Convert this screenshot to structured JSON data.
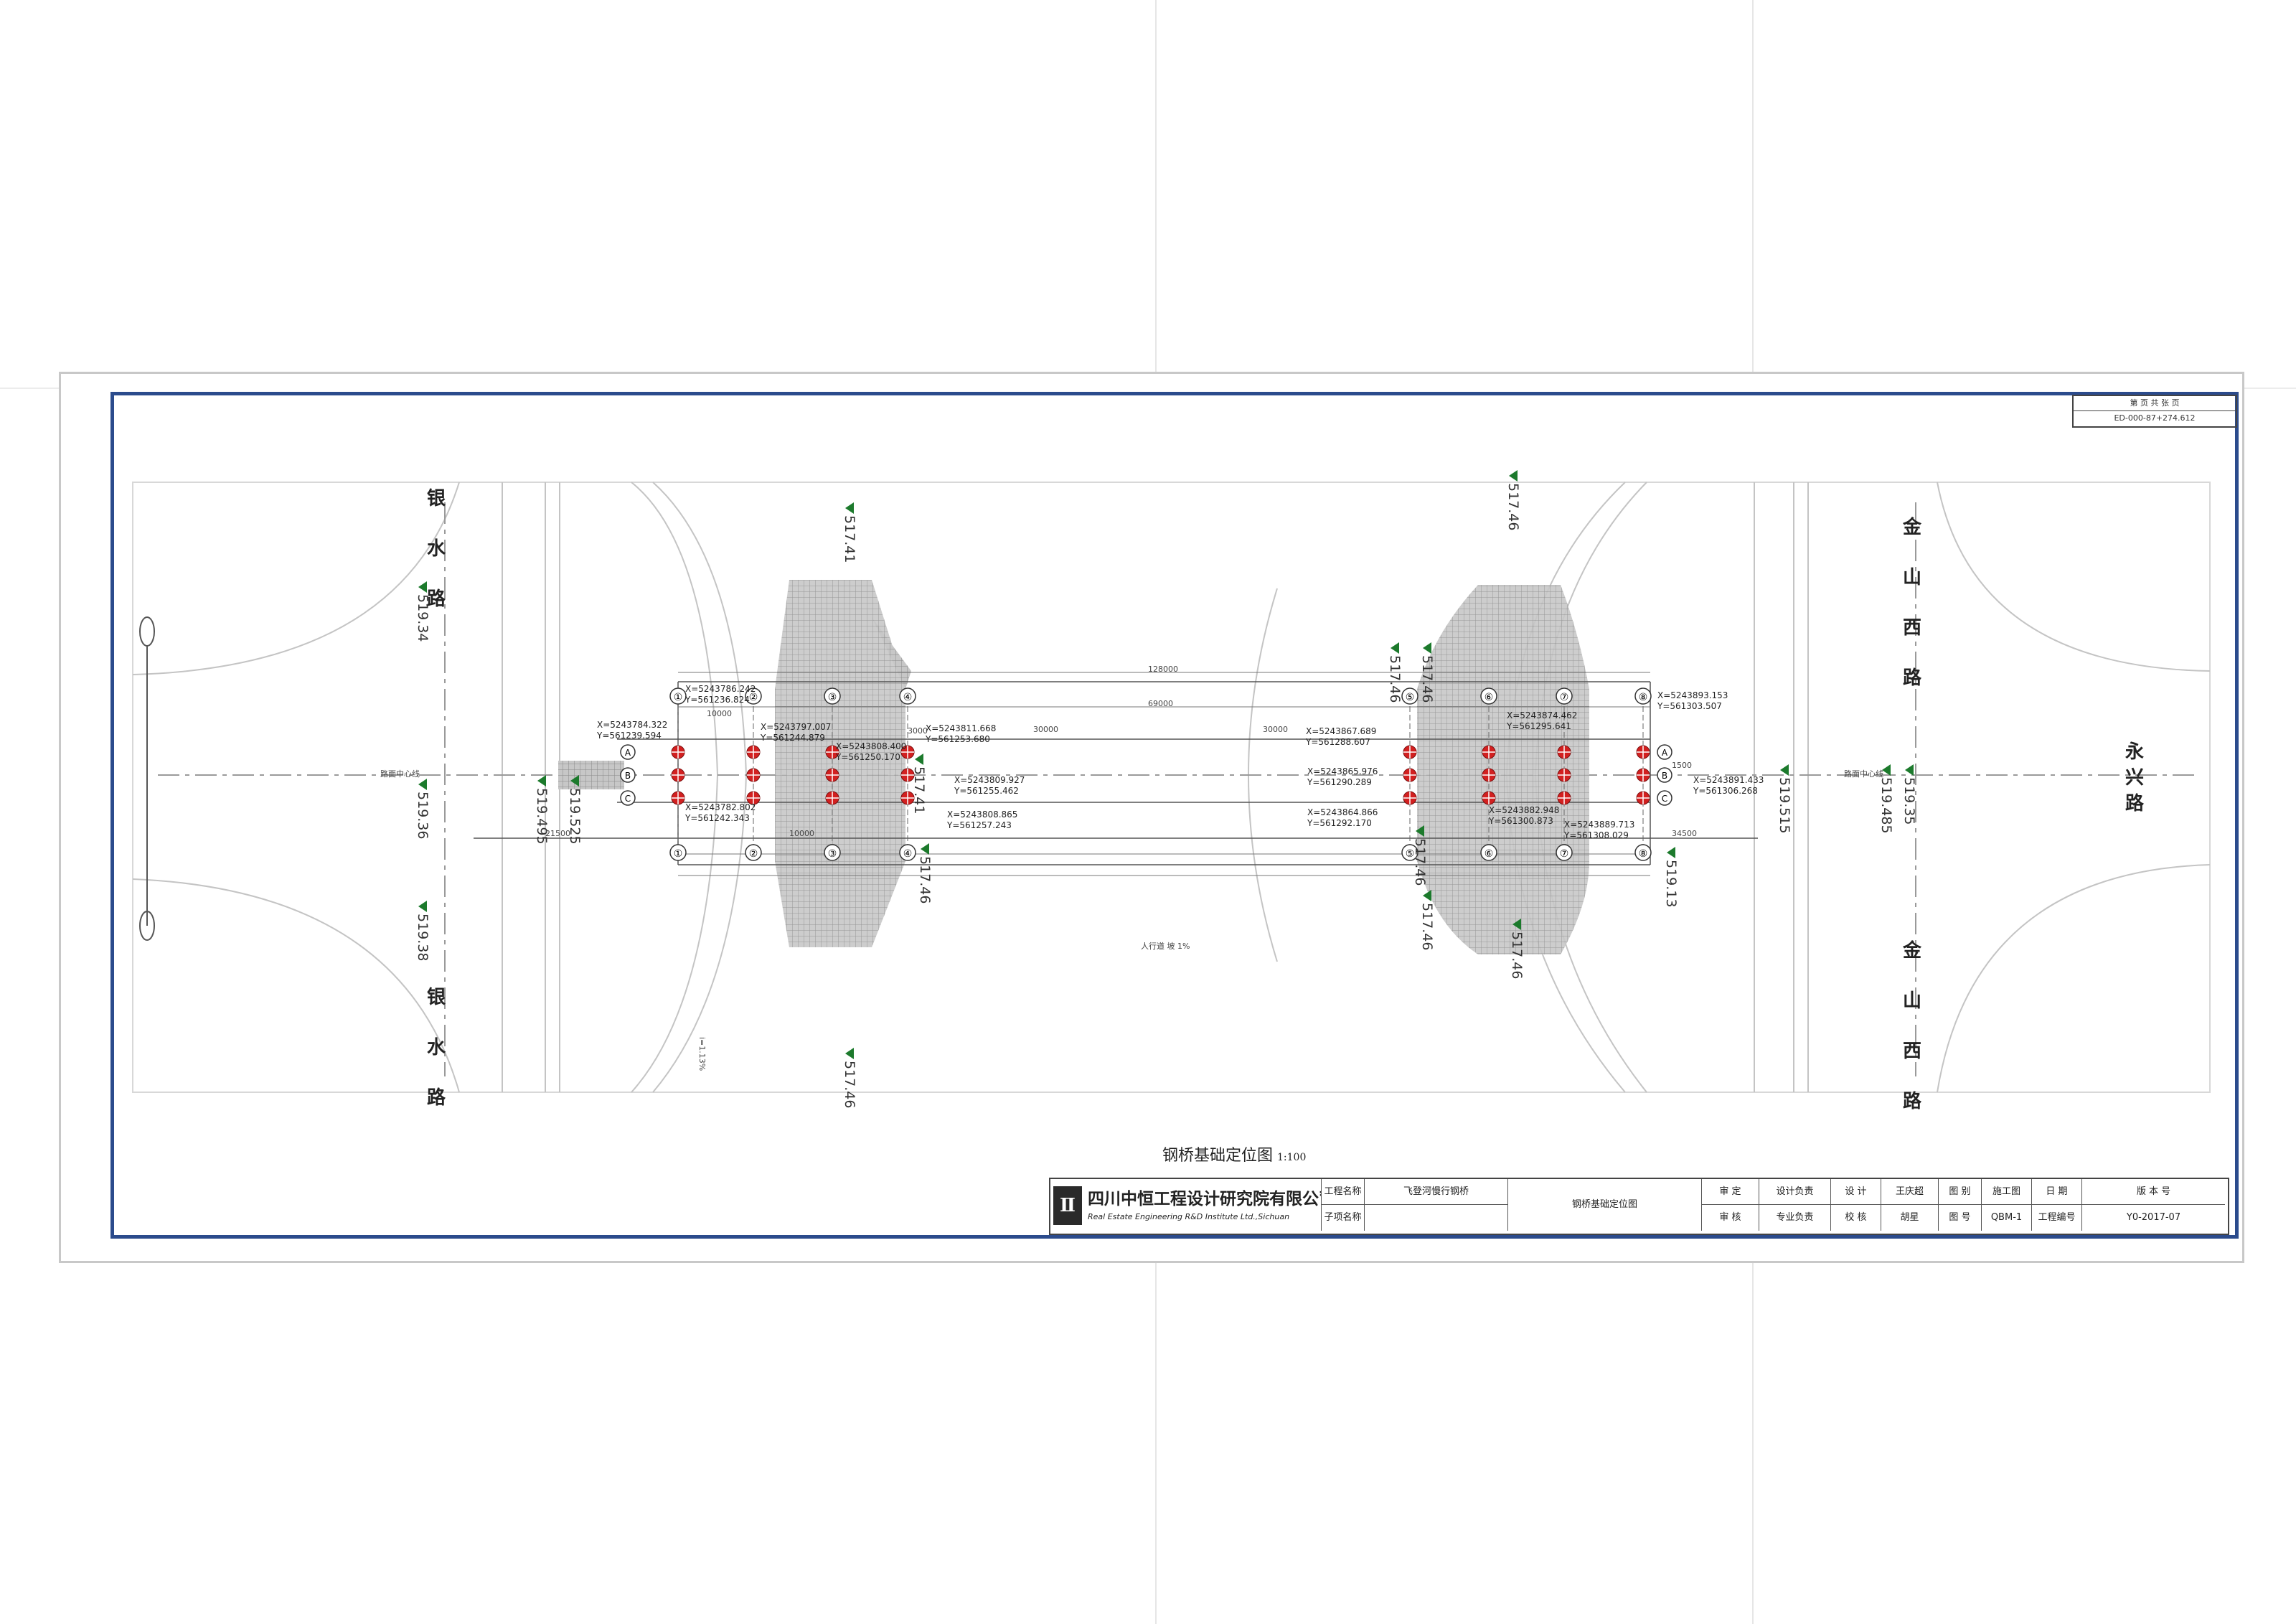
{
  "drawing": {
    "title": "钢桥基础定位图",
    "scale": "1:100",
    "slope_note": "人行道 坡 1%",
    "slope_note2": "i=1.13%",
    "center_label_left": "路面中心线",
    "center_label_right": "路面中心线"
  },
  "page_info": {
    "header": "第 页 共 张 页",
    "code": "ED-000-87+274.612"
  },
  "roads": {
    "left_top": [
      "银",
      "水",
      "路"
    ],
    "left_bottom": [
      "银",
      "水",
      "路"
    ],
    "right_top": [
      "金",
      "山",
      "西",
      "路"
    ],
    "right_bottom": [
      "金",
      "山",
      "西",
      "路"
    ],
    "right_side": [
      "永",
      "兴",
      "路"
    ]
  },
  "elevations": [
    "519.34",
    "519.36",
    "519.38",
    "519.495",
    "519.525",
    "517.41",
    "517.46",
    "517.46",
    "517.41",
    "517.46",
    "517.46",
    "517.46",
    "517.46",
    "517.46",
    "517.46",
    "519.13",
    "519.515",
    "519.485",
    "519.35"
  ],
  "coordinates": {
    "c1": [
      "X=5243786.242",
      "Y=561236.824"
    ],
    "c2": [
      "X=5243784.322",
      "Y=561239.594"
    ],
    "c3": [
      "X=5243797.007",
      "Y=561244.879"
    ],
    "c4": [
      "X=5243811.668",
      "Y=561253.680"
    ],
    "c5": [
      "X=5243808.400",
      "Y=561250.170"
    ],
    "c6": [
      "X=5243809.927",
      "Y=561255.462"
    ],
    "c7": [
      "X=5243782.802",
      "Y=561242.343"
    ],
    "c8": [
      "X=5243808.865",
      "Y=561257.243"
    ],
    "c9": [
      "X=5243867.689",
      "Y=561288.607"
    ],
    "c10": [
      "X=5243874.462",
      "Y=561295.641"
    ],
    "c11": [
      "X=5243893.153",
      "Y=561303.507"
    ],
    "c12": [
      "X=5243865.976",
      "Y=561290.289"
    ],
    "c13": [
      "X=5243891.433",
      "Y=561306.268"
    ],
    "c14": [
      "X=5243864.866",
      "Y=561292.170"
    ],
    "c15": [
      "X=5243882.948",
      "Y=561300.873"
    ],
    "c16": [
      "X=5243889.713",
      "Y=561308.029"
    ]
  },
  "dimensions": {
    "overall": "128000",
    "top_span": "69000",
    "left_seg": "10000",
    "mid_seg": "30000",
    "mid_seg2": "30000",
    "end_left": "21500",
    "end_right": "34500",
    "pier_seg": "10000",
    "gap_3000": "3000",
    "gap_1500": "1500"
  },
  "axis_labels": {
    "left_grid": [
      "①",
      "②",
      "③",
      "④"
    ],
    "right_grid": [
      "⑤",
      "⑥",
      "⑦",
      "⑧"
    ],
    "rows": [
      "A",
      "B",
      "C"
    ]
  },
  "title_block": {
    "company_cn": "四川中恒工程设计研究院有限公司",
    "company_en": "Real Estate Engineering R&D Institute Ltd.,Sichuan",
    "project_label": "工程名称",
    "project_value": "飞登河慢行钢桥",
    "sub_label": "子项名称",
    "sub_value": "",
    "drawing_name": "钢桥基础定位图",
    "approve": "审 定",
    "review": "审 核",
    "design_lead": "设计负责",
    "major_lead": "专业负责",
    "design": "设 计",
    "check": "校 核",
    "designer": "王庆超",
    "checker": "胡星",
    "drawing_type_label": "图 别",
    "drawing_type_value": "施工图",
    "drawing_no_label": "图 号",
    "drawing_no_value": "QBM-1",
    "date_label": "日 期",
    "date_value": "",
    "job_no_label": "工程编号",
    "job_no_value": "",
    "version_label": "版 本 号",
    "version_value": "Y0-2017-07"
  },
  "colors": {
    "frame": "#2b4b8c",
    "pile": "#d22020",
    "elevation_marker": "#1c7a2c",
    "hatch": "#9a9a9a"
  }
}
